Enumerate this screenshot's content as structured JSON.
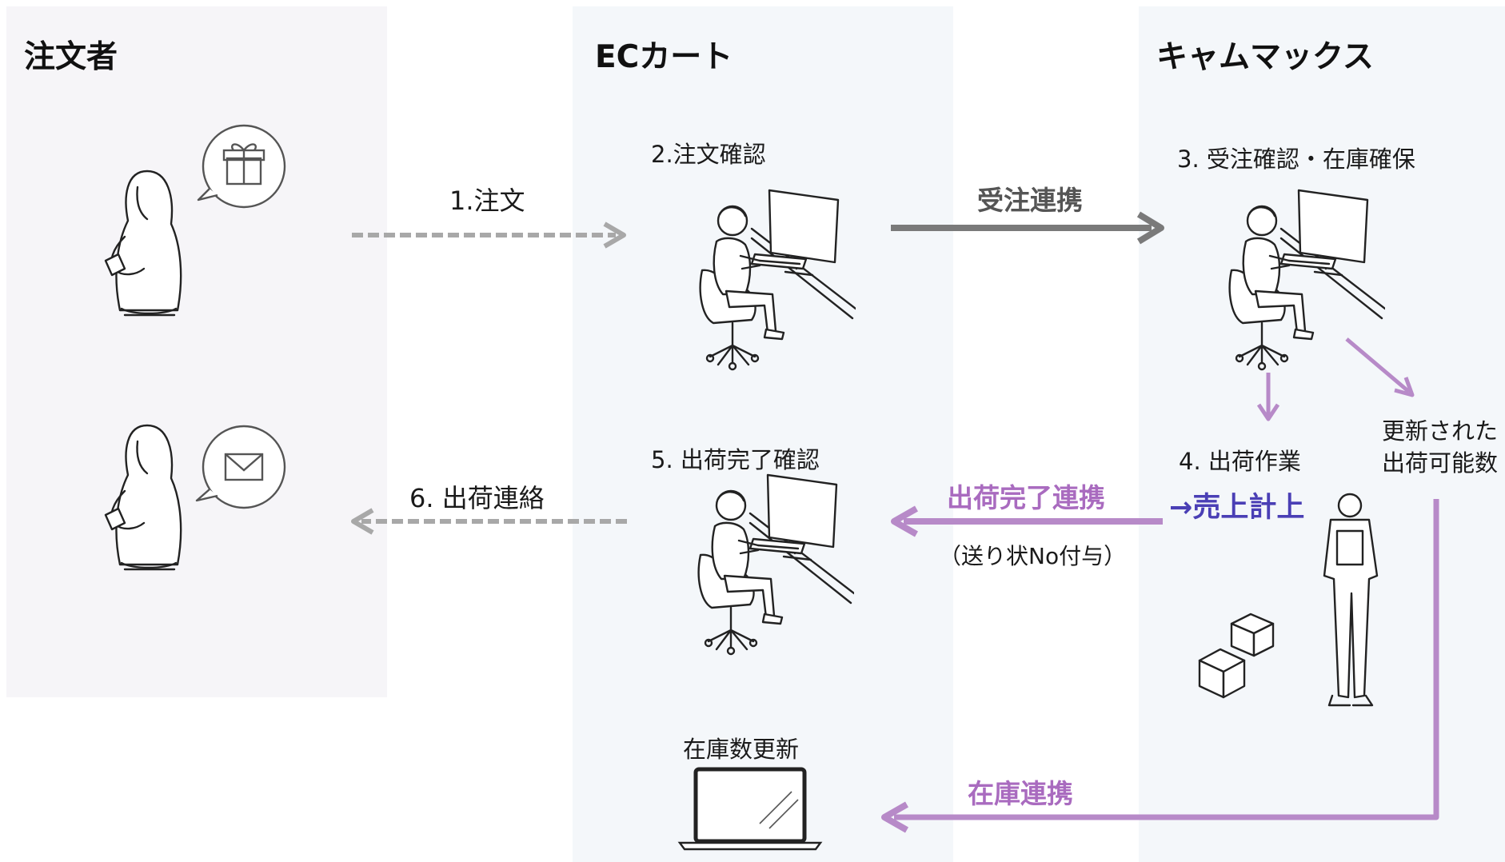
{
  "lanes": {
    "orderer": {
      "title": "注文者"
    },
    "ec_cart": {
      "title": "ECカート"
    },
    "cammax": {
      "title": "キャムマックス"
    }
  },
  "steps": {
    "order": "1.注文",
    "order_confirm": "2.注文確認",
    "receive_confirm": "3. 受注確認・在庫確保",
    "shipping_work": "4. 出荷作業",
    "shipping_done_confirm": "5. 出荷完了確認",
    "shipping_notice": "6. 出荷連絡",
    "updated_stock_line1": "更新された",
    "updated_stock_line2": "出荷可能数",
    "stock_update": "在庫数更新"
  },
  "flows": {
    "order_link": "受注連携",
    "shipping_done_link": "出荷完了連携",
    "tracking_note": "（送り状No付与）",
    "sales_record": "→売上計上",
    "stock_link": "在庫連携"
  },
  "colors": {
    "arrow_grey": "#7a7a7a",
    "arrow_dashed": "#a8a8a8",
    "arrow_purple": "#b78ac8",
    "text_purple": "#a96bbf",
    "text_indigo": "#4a3fb5"
  }
}
